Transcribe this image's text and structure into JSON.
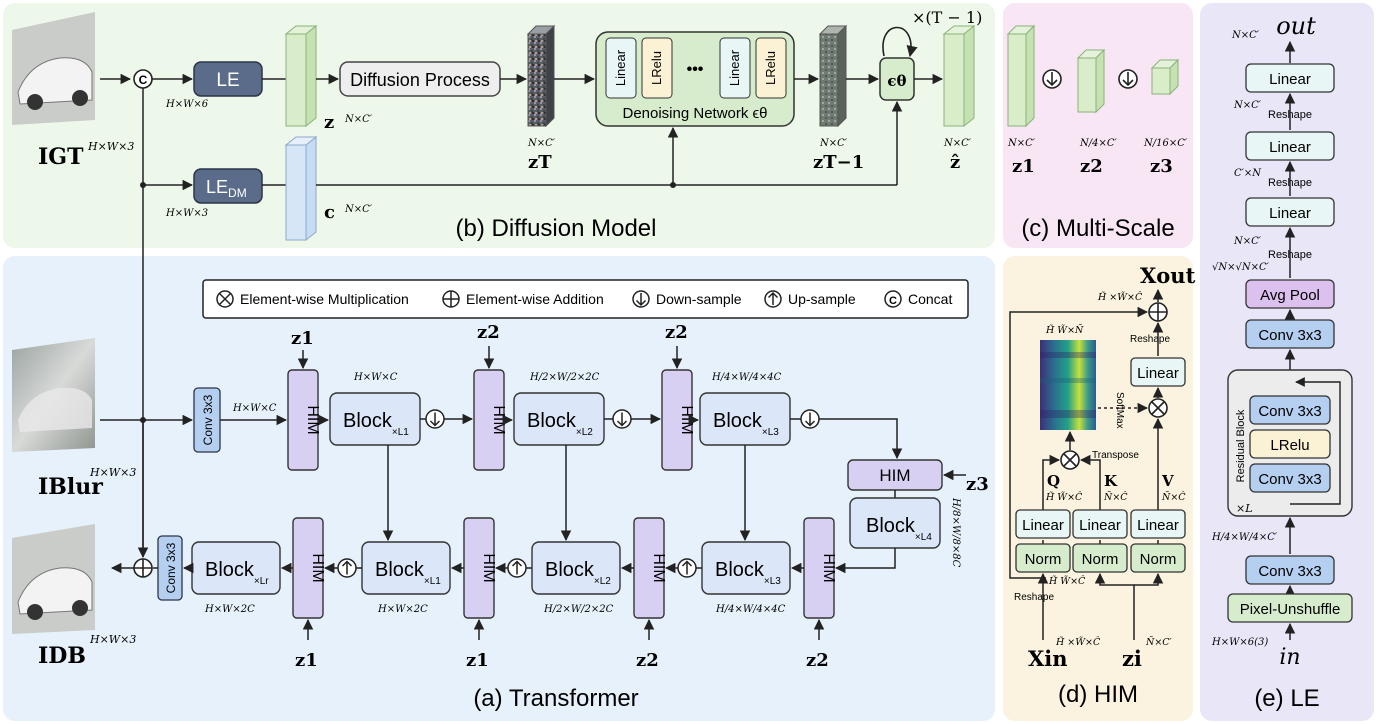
{
  "panels": {
    "b": "(b) Diffusion Model",
    "c": "(c) Multi-Scale",
    "a": "(a) Transformer",
    "d": "(d) HIM",
    "e": "(e) LE"
  },
  "legend": {
    "mult": "Element-wise  Multiplication",
    "add": "Element-wise Addition",
    "down": "Down-sample",
    "up": "Up-sample",
    "concat": "Concat"
  },
  "diffusion": {
    "le": "LE",
    "le_dm_main": "LE",
    "le_dm_sub": "DM",
    "diffusion_process": "Diffusion Process",
    "denoise_linear": "Linear",
    "denoise_lrelu": "LRelu",
    "dots": "•••",
    "denoise_label": "Denoising Network ϵθ",
    "eps": "ϵθ",
    "repeat": "×(T − 1)",
    "dim_hw6": "H×W×6",
    "dim_hw3": "H×W×3",
    "dim_nc": "N×C′",
    "z": "z",
    "zT": "zT",
    "zT1": "zT−1",
    "zhat": "ẑ",
    "c": "c",
    "i_gt": "IGT",
    "i_gt_dim": "H×W×3"
  },
  "multiscale": {
    "z1": "z1",
    "z2": "z2",
    "z3": "z3",
    "d1": "N×C′",
    "d2": "N/4×C′",
    "d3": "N/16×C′"
  },
  "transformer": {
    "conv": "Conv 3x3",
    "him": "HIM",
    "block": "Block",
    "l1": "×L1",
    "l2": "×L2",
    "l3": "×L3",
    "l4": "×L4",
    "lr": "×Lr",
    "z1": "z1",
    "z2": "z2",
    "z3": "z3",
    "d_hwc": "H×W×C",
    "d_hwc2": "H/2×W/2×2C",
    "d_hwc4": "H/4×W/4×4C",
    "d_hwc8": "H/8×W/8×8C",
    "d_hw2c": "H×W×2C",
    "i_blur": "IBlur",
    "i_db": "IDB",
    "img_dim": "H×W×3"
  },
  "him": {
    "xout": "Xout",
    "xin": "Xin",
    "zi": "zi",
    "linear": "Linear",
    "norm": "Norm",
    "reshape": "Reshape",
    "softmax": "SoftMax",
    "transpose": "Transpose",
    "q": "Q",
    "k": "K",
    "v": "V",
    "d_out": "H̃ ×W̃×Ĉ",
    "d_attn": "H̃ W̃×Ñ",
    "d_q": "H̃ W̃×Ĉ",
    "d_k": "Ñ×Ĉ",
    "d_v": "Ñ×Ĉ",
    "d_norm": "H̃ W̃×Ĉ",
    "d_xin": "H̃ ×W̃×Ĉ",
    "d_zi": "Ñ×C′"
  },
  "le": {
    "out": "out",
    "in": "in",
    "linear": "Linear",
    "reshape": "Reshape",
    "avgpool": "Avg Pool",
    "conv": "Conv 3x3",
    "lrelu": "LRelu",
    "residual": "Residual Block",
    "xl": "×L",
    "pixun": "Pixel-Unshuffle",
    "d_nc": "N×C′",
    "d_cn": "C′×N",
    "d_sqrt": "√N×√N×C′",
    "d_q": "H/4×W/4×C′",
    "d_in": "H×W×6(3)"
  },
  "colors": {
    "green_bg": "#eef8ea",
    "pink_bg": "#f8e6f4",
    "blue_bg": "#e6f1fb",
    "yellow_bg": "#fbf3df",
    "purple_bg": "#e9e6f7",
    "le_box": "#5b6b8a",
    "him_box": "#d8d0f2",
    "block_box": "#dbe6f8",
    "norm_box": "#d6eccc",
    "linear_box": "#e8f6f6",
    "conv_box": "#b5cff0",
    "avgpool_box": "#dcc0ee"
  }
}
